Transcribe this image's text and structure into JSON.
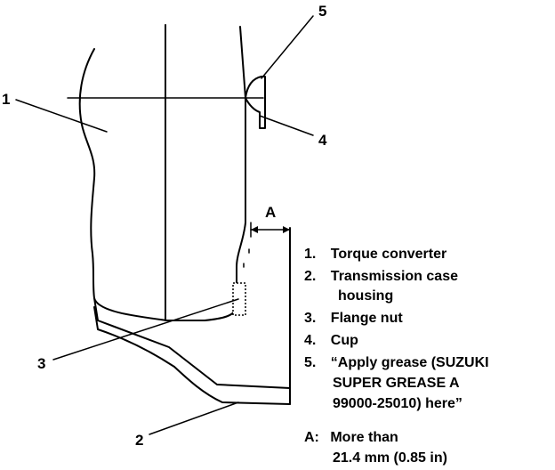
{
  "callouts": {
    "c1": "1",
    "c2": "2",
    "c3": "3",
    "c4": "4",
    "c5": "5",
    "dim": "A"
  },
  "legend": {
    "item1_num": "1.",
    "item1_text": "Torque converter",
    "item2_num": "2.",
    "item2_text_line1": "Transmission case",
    "item2_text_line2": "housing",
    "item3_num": "3.",
    "item3_text": "Flange nut",
    "item4_num": "4.",
    "item4_text": "Cup",
    "item5_num": "5.",
    "item5_text_line1": "“Apply grease (SUZUKI",
    "item5_text_line2": "SUPER GREASE A",
    "item5_text_line3": "99000-25010) here”",
    "itemA_label": "A:",
    "itemA_text_line1": "More than",
    "itemA_text_line2": "21.4 mm (0.85 in)"
  },
  "colors": {
    "ink": "#000000",
    "background": "#ffffff"
  }
}
